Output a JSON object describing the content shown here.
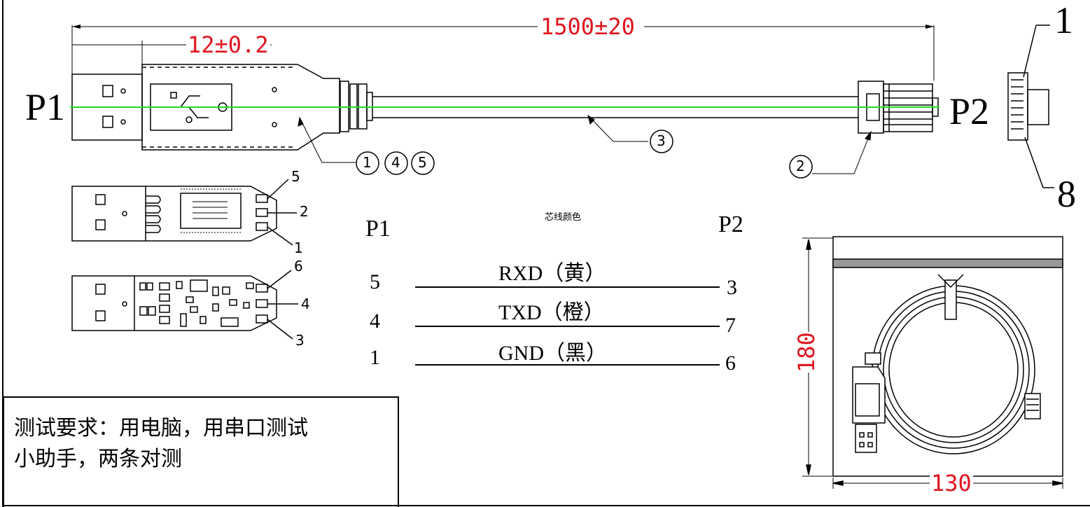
{
  "dimensions": {
    "total_length": "1500±20",
    "plug_length": "12±0.2",
    "package_height": "180",
    "package_width": "130"
  },
  "connectors": {
    "p1": "P1",
    "p2": "P2"
  },
  "rj_pins": {
    "first": "1",
    "last": "8"
  },
  "callouts": [
    "1",
    "4",
    "5",
    "3",
    "2"
  ],
  "pcb_top_pins": [
    "5",
    "2",
    "1"
  ],
  "pcb_bottom_pins": [
    "6",
    "4",
    "3"
  ],
  "wiring_table": {
    "title": "芯线颜色",
    "left_header": "P1",
    "right_header": "P2",
    "rows": [
      {
        "p1": "5",
        "signal": "RXD（黄）",
        "p2": "3"
      },
      {
        "p1": "4",
        "signal": "TXD（橙）",
        "p2": "7"
      },
      {
        "p1": "1",
        "signal": "GND（黑）",
        "p2": "6"
      }
    ]
  },
  "test_note": {
    "line1": "测试要求：用电脑，用串口测试",
    "line2": "小助手，两条对测"
  },
  "colors": {
    "dimension": "#e0141e",
    "centerline": "#22dd22",
    "line": "#000000"
  }
}
